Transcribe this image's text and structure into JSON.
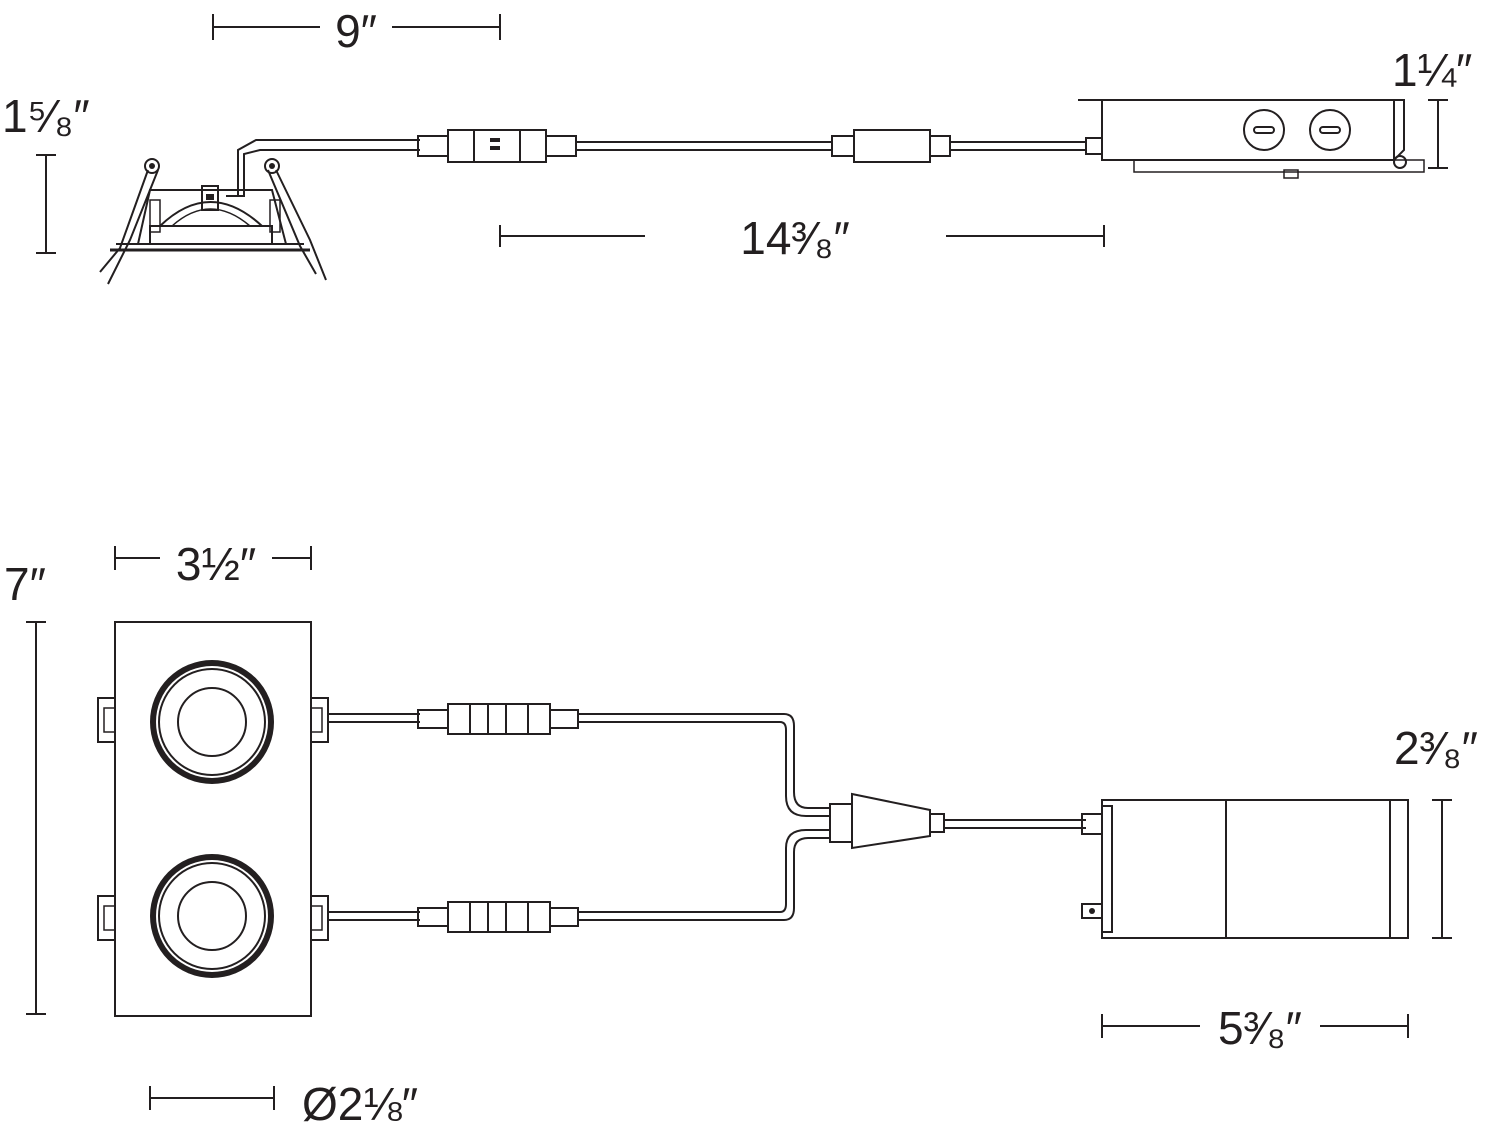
{
  "side_view": {
    "cable_length_label": "9″",
    "fixture_height_label": "1⁵⁄₈″",
    "driver_cable_label": "14³⁄₈″",
    "driver_height_label": "1¼″"
  },
  "top_view": {
    "fixture_width_label": "3½″",
    "fixture_length_label": "7″",
    "aperture_label": "Ø2⅛″",
    "driver_width_label": "2³⁄₈″",
    "driver_length_label": "5³⁄₈″"
  },
  "colors": {
    "line": "#231f20",
    "background": "#ffffff"
  }
}
